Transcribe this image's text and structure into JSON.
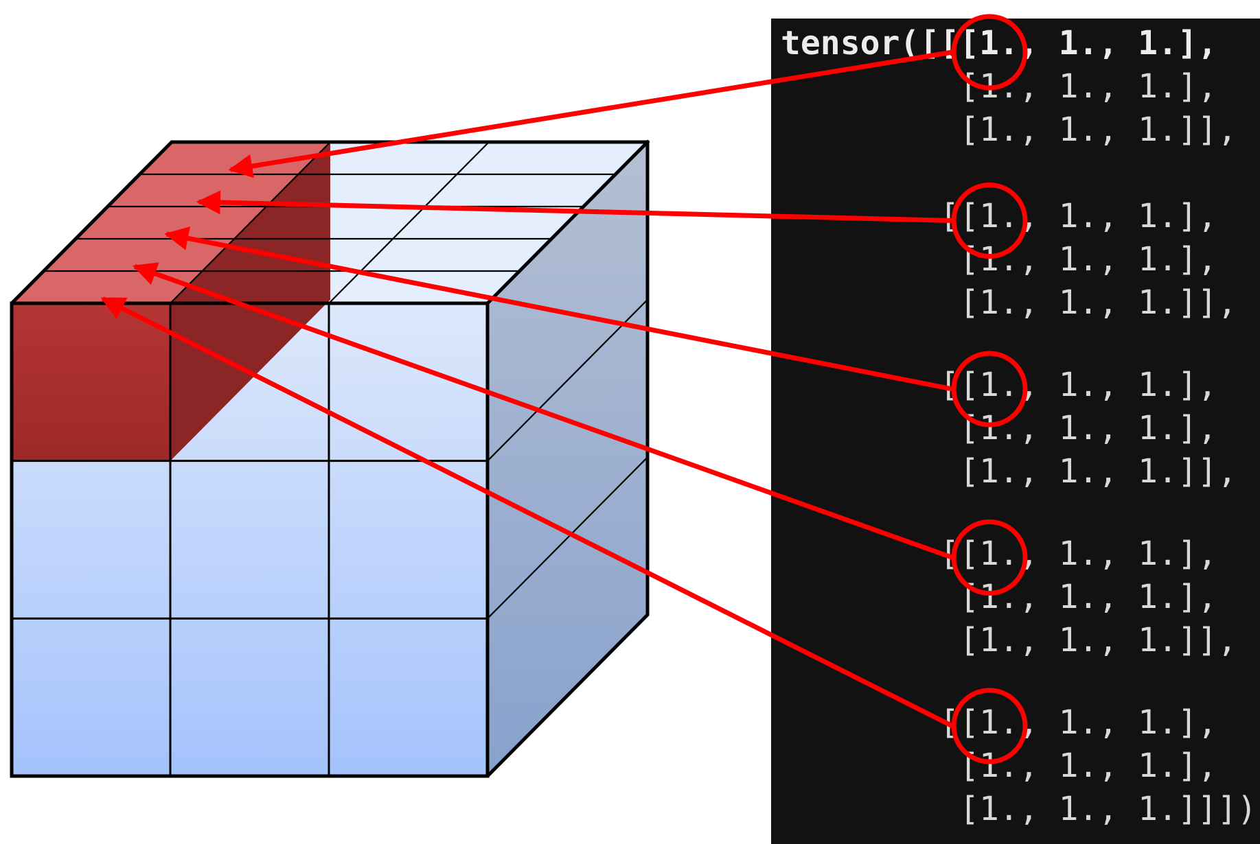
{
  "terminal": {
    "lines": [
      "tensor([[[1., 1., 1.],",
      "         [1., 1., 1.],",
      "         [1., 1., 1.]],",
      "",
      "        [[1., 1., 1.],",
      "         [1., 1., 1.],",
      "         [1., 1., 1.]],",
      "",
      "        [[1., 1., 1.],",
      "         [1., 1., 1.],",
      "         [1., 1., 1.]],",
      "",
      "        [[1., 1., 1.],",
      "         [1., 1., 1.],",
      "         [1., 1., 1.]],",
      "",
      "        [[1., 1., 1.],",
      "         [1., 1., 1.],",
      "         [1., 1., 1.]]])"
    ]
  },
  "cube": {
    "front_rows": 3,
    "front_cols": 3,
    "depth_layers": 5,
    "highlighted_cells": 5
  },
  "colors": {
    "cube_front_top": "#dde8fb",
    "cube_front_bottom": "#a4c3fc",
    "cube_side_top": "#b4bfd3",
    "cube_side_bottom": "#88a2cd",
    "cube_top_face": "#e5eefd",
    "highlight_front": "#a52a2a",
    "highlight_side": "#8c2626",
    "highlight_top": "#d96767",
    "arrow": "#ff0000",
    "terminal_bg": "#121212",
    "terminal_text": "#d8d8d8"
  }
}
